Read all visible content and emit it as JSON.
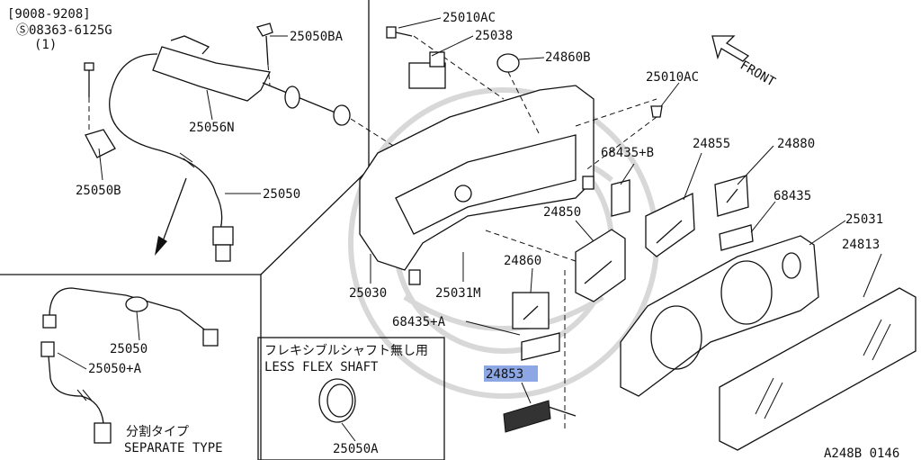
{
  "diagram_id": "A248B 0146",
  "highlighted_part": "24853",
  "highlight_color": "#2f5fd0",
  "notes": {
    "date_range": "[9008-9208]",
    "bolt_code": "Ⓢ08363-6125G",
    "bolt_qty": "(1)",
    "front_label": "FRONT",
    "less_flex_jp": "フレキシブルシャフト無し用",
    "less_flex_en": "LESS FLEX SHAFT",
    "separate_jp": "分割タイプ",
    "separate_en": "SEPARATE TYPE"
  },
  "labels": {
    "p25010AC_top": "25010AC",
    "p25038": "25038",
    "p24860B": "24860B",
    "p25010AC_right": "25010AC",
    "p25050BA": "25050BA",
    "p25056N": "25056N",
    "p25050B": "25050B",
    "p25050": "25050",
    "p68435B": "68435+B",
    "p24855": "24855",
    "p24880": "24880",
    "p68435": "68435",
    "p24850": "24850",
    "p25031": "25031",
    "p24813": "24813",
    "p24860": "24860",
    "p25030": "25030",
    "p25031M": "25031M",
    "p68435A": "68435+A",
    "p24853": "24853",
    "p25050_sep": "25050",
    "p25050A_sep": "25050+A",
    "p25050A": "25050A"
  }
}
